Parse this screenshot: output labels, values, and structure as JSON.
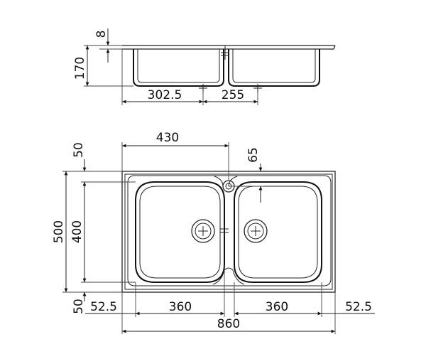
{
  "drawing": {
    "side_view": {
      "rim_thickness": "8",
      "depth": "170",
      "first_bowl_width": "302.5",
      "second_bowl_width": "255"
    },
    "top_view": {
      "center_offset": "430",
      "tap_hole_offset": "65",
      "top_margin": "50",
      "overall_depth": "500",
      "bowl_depth": "400",
      "bottom_margin": "50",
      "left_margin": "52.5",
      "left_bowl_width": "360",
      "right_bowl_width": "360",
      "right_margin": "52.5",
      "overall_width": "860"
    }
  }
}
